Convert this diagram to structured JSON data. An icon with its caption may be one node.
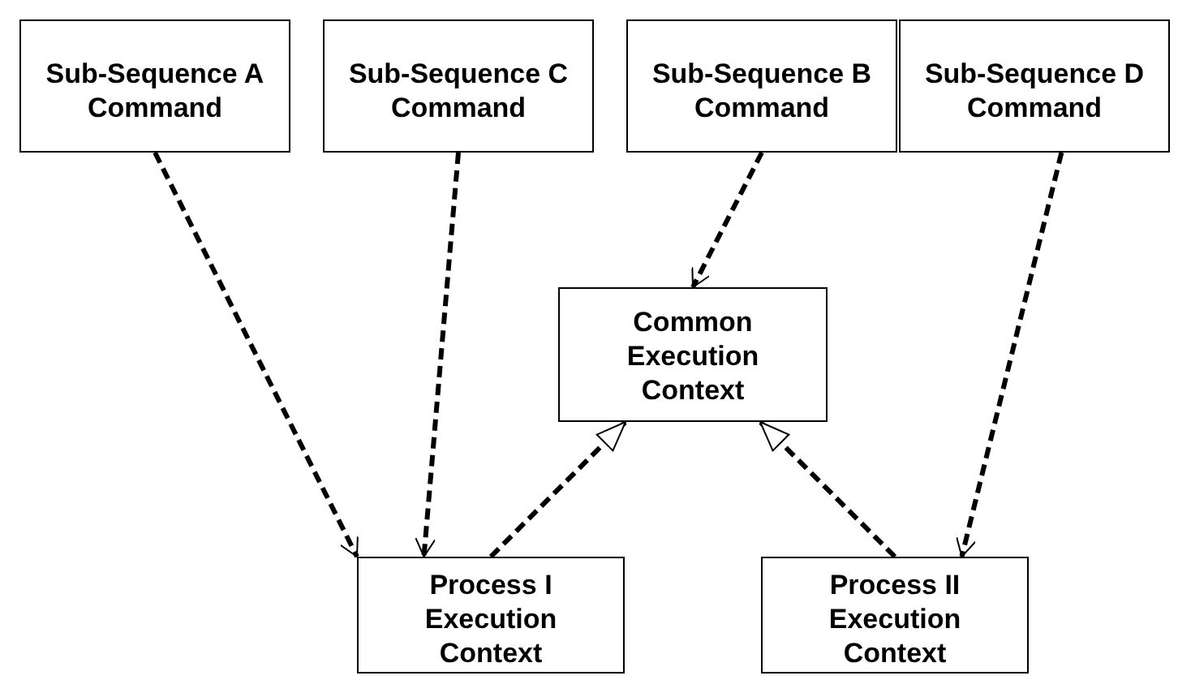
{
  "diagram": {
    "nodes": [
      {
        "text": [
          "Sub-Sequence A Command"
        ]
      },
      {
        "text": [
          "Sub-Sequence C Command"
        ]
      },
      {
        "text": [
          "Sub-Sequence B Command"
        ]
      },
      {
        "text": [
          "Sub-Sequence D Command"
        ]
      },
      {
        "text": [
          "Common Execution Context"
        ]
      },
      {
        "text": [
          "Process I Execution Context"
        ]
      },
      {
        "text": [
          "Process II Execution Context"
        ]
      }
    ],
    "edges": [
      {
        "from": 0,
        "to": 5,
        "arrow": "to",
        "style": "dashed"
      },
      {
        "from": 1,
        "to": 5,
        "arrow": "to",
        "style": "dashed"
      },
      {
        "from": 2,
        "to": 4,
        "arrow": "to",
        "style": "dashed"
      },
      {
        "from": 3,
        "to": 6,
        "arrow": "to",
        "style": "dashed"
      },
      {
        "from": 5,
        "to": 4,
        "arrow": "to",
        "style": "dashed"
      },
      {
        "from": 6,
        "to": 4,
        "arrow": "to",
        "style": "dashed"
      }
    ]
  }
}
